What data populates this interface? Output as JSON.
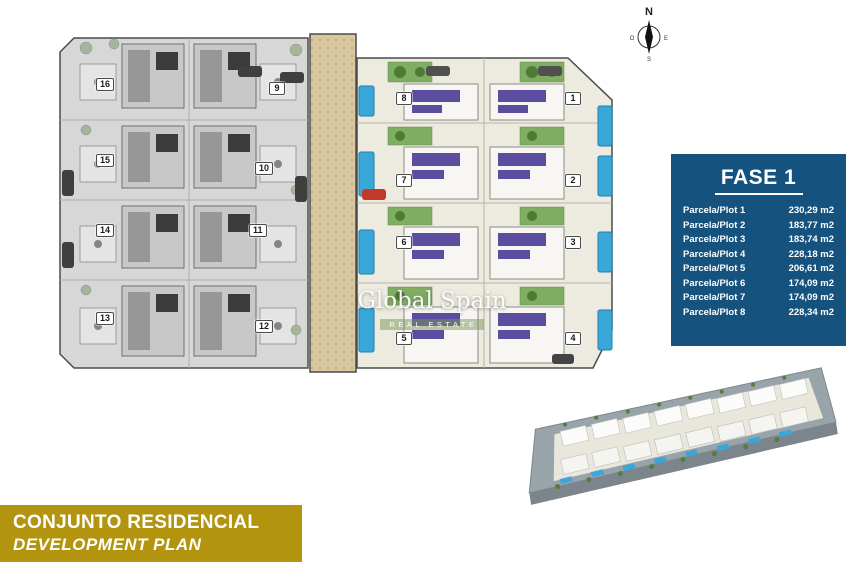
{
  "watermark": {
    "line1": "Global Spain",
    "line2": "REAL ESTATE"
  },
  "compass": {
    "north": "N",
    "east": "E",
    "south": "S",
    "west": "O"
  },
  "site_plan": {
    "numbers": {
      "plot1": "1",
      "plot2": "2",
      "plot3": "3",
      "plot4": "4",
      "plot5": "5",
      "plot6": "6",
      "plot7": "7",
      "plot8": "8",
      "plot9": "9",
      "plot10": "10",
      "plot11": "11",
      "plot12": "12",
      "plot13": "13",
      "plot14": "14",
      "plot15": "15",
      "plot16": "16"
    }
  },
  "fase_box": {
    "title": "FASE 1",
    "plots": [
      {
        "label": "Parcela/Plot 1",
        "area": "230,29 m2"
      },
      {
        "label": "Parcela/Plot 2",
        "area": "183,77 m2"
      },
      {
        "label": "Parcela/Plot 3",
        "area": "183,74 m2"
      },
      {
        "label": "Parcela/Plot 4",
        "area": "228,18 m2"
      },
      {
        "label": "Parcela/Plot 5",
        "area": "206,61 m2"
      },
      {
        "label": "Parcela/Plot 6",
        "area": "174,09 m2"
      },
      {
        "label": "Parcela/Plot 7",
        "area": "174,09 m2"
      },
      {
        "label": "Parcela/Plot 8",
        "area": "228,34 m2"
      }
    ]
  },
  "banner": {
    "line1": "CONJUNTO RESIDENCIAL",
    "line2": "DEVELOPMENT PLAN"
  },
  "colors": {
    "fase_bg": "#15527d",
    "banner_bg": "#b3940f",
    "pool": "#3aa7d9",
    "lawn": "#7fae63",
    "tree": "#4e7a35",
    "panel": "#5b4ea0",
    "car_red": "#c0392b",
    "road": "#d9c7a0"
  }
}
